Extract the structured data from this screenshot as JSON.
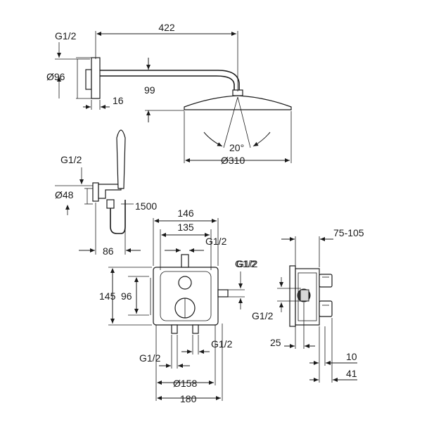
{
  "shower_head": {
    "arm_length": "422",
    "connection": "G1/2",
    "wall_flange_diameter": "Ø96",
    "height_drop": "99",
    "flange_depth": "16",
    "tilt_angle": "20°",
    "head_diameter": "Ø310"
  },
  "hand_shower": {
    "connection": "G1/2",
    "outlet_diameter": "Ø48",
    "hose_length": "1500",
    "projection": "86"
  },
  "thermostat": {
    "box_width": "146",
    "box_inner_width": "135",
    "top_outlet": "G1/2",
    "side_outlet": "G1/2",
    "box_height": "145",
    "inner_height": "96",
    "bottom_left_inlet": "G1/2",
    "bottom_right_inlet": "G1/2",
    "plate_diameter": "Ø158",
    "plate_width": "180"
  },
  "side_view": {
    "install_depth": "75-105",
    "inlet": "G1/2",
    "outlet": "G1/2",
    "depth_25": "25",
    "depth_10": "10",
    "depth_41": "41"
  }
}
